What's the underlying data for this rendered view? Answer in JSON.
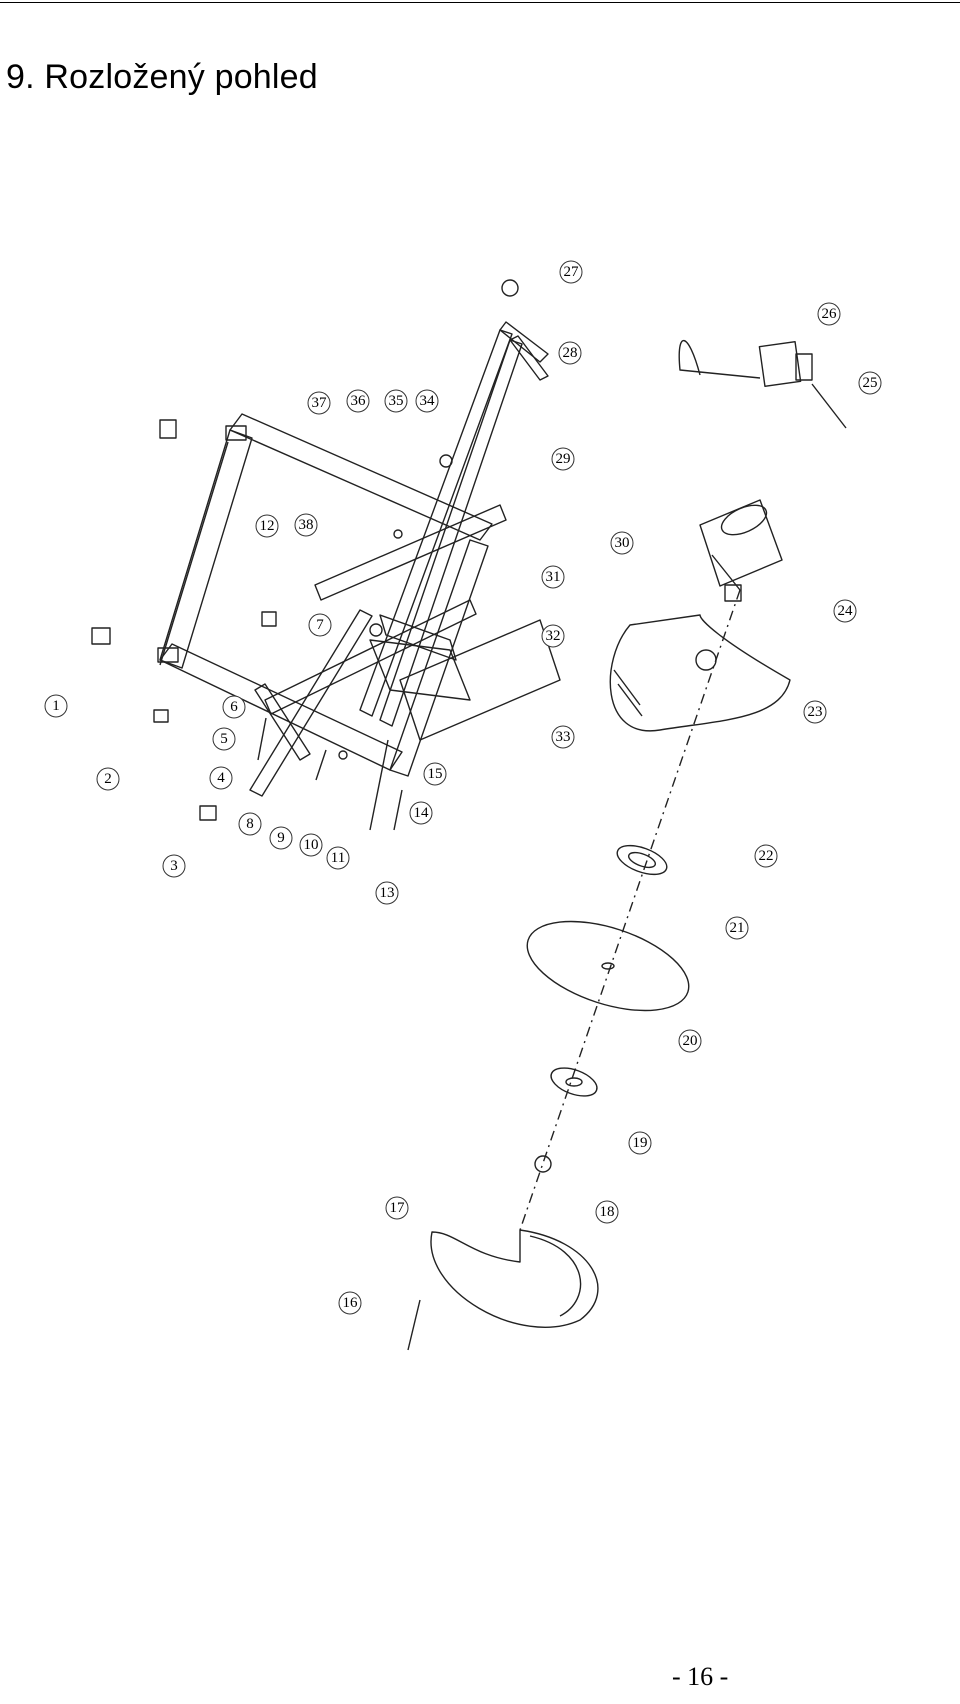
{
  "page": {
    "title": "9. Rozložený pohled",
    "page_number": "- 16 -"
  },
  "diagram": {
    "part_numbers": [
      "1",
      "2",
      "3",
      "4",
      "5",
      "6",
      "7",
      "8",
      "9",
      "10",
      "11",
      "12",
      "13",
      "14",
      "15",
      "16",
      "17",
      "18",
      "19",
      "20",
      "21",
      "22",
      "23",
      "24",
      "25",
      "26",
      "27",
      "28",
      "29",
      "30",
      "31",
      "32",
      "33",
      "34",
      "35",
      "36",
      "37",
      "38"
    ]
  }
}
